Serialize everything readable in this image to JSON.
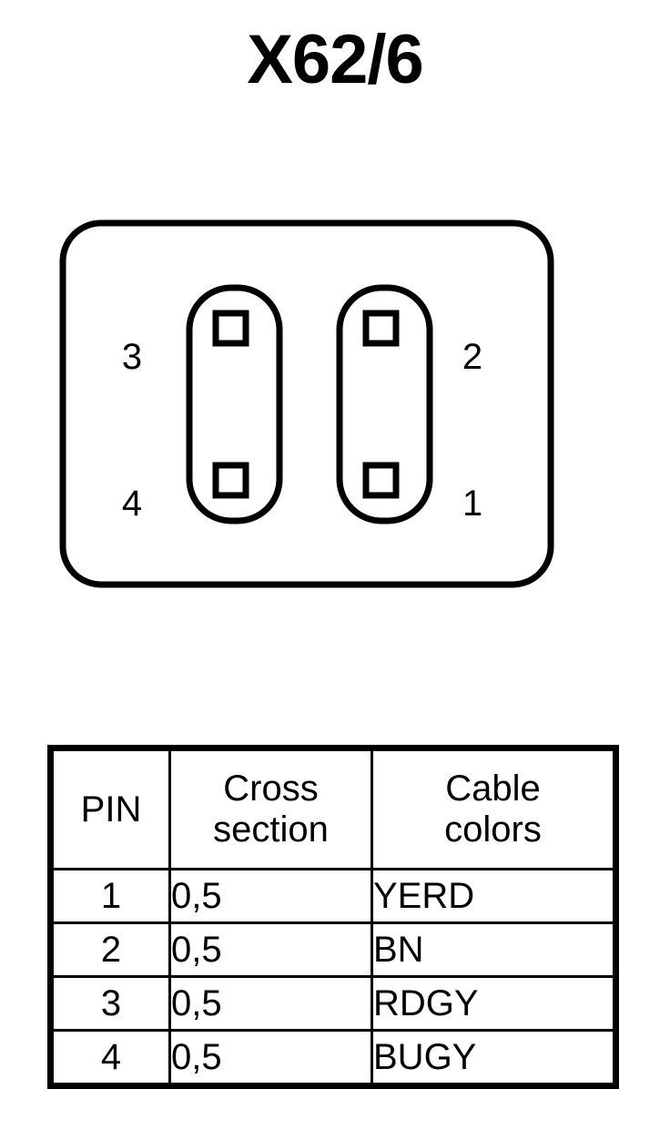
{
  "title": "X62/6",
  "connector": {
    "name": "4-pin-connector-diagram",
    "pin_labels": {
      "top_left": "3",
      "bottom_left": "4",
      "top_right": "2",
      "bottom_right": "1"
    },
    "stroke_color": "#000000",
    "fill_color": "#ffffff"
  },
  "table": {
    "headers": {
      "pin": "PIN",
      "cross_line1": "Cross",
      "cross_line2": "section",
      "color_line1": "Cable",
      "color_line2": "colors"
    },
    "rows": [
      {
        "pin": "1",
        "cross_section": "0,5",
        "cable_colors": "YERD"
      },
      {
        "pin": "2",
        "cross_section": "0,5",
        "cable_colors": "BN"
      },
      {
        "pin": "3",
        "cross_section": "0,5",
        "cable_colors": "RDGY"
      },
      {
        "pin": "4",
        "cross_section": "0,5",
        "cable_colors": "BUGY"
      }
    ]
  }
}
